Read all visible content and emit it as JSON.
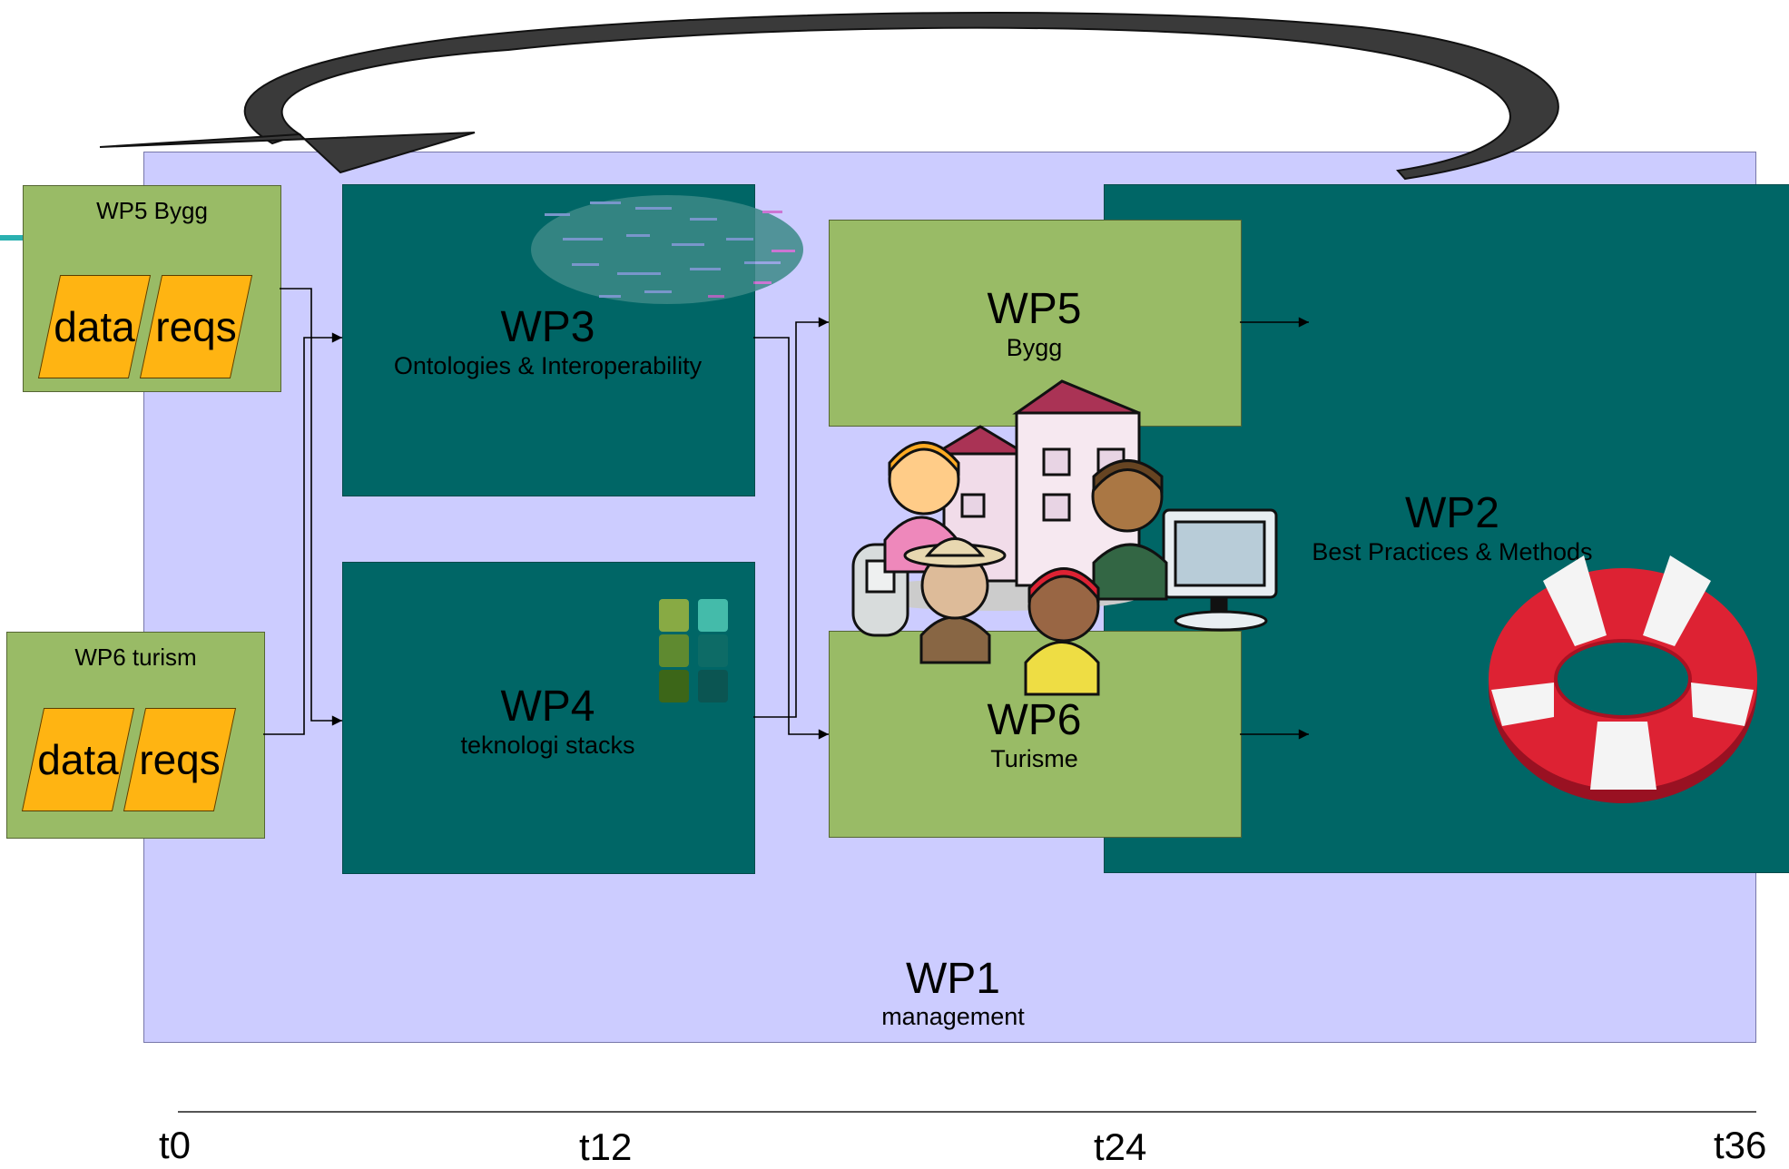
{
  "wp1": {
    "title": "WP1",
    "subtitle": "management"
  },
  "wp3": {
    "title": "WP3",
    "subtitle": "Ontologies & Interoperability"
  },
  "wp4": {
    "title": "WP4",
    "subtitle": "teknologi stacks"
  },
  "wp2": {
    "title": "WP2",
    "subtitle": "Best Practices & Methods"
  },
  "wp5": {
    "title": "WP5",
    "subtitle": "Bygg"
  },
  "wp6": {
    "title": "WP6",
    "subtitle": "Turisme"
  },
  "source_bygg": {
    "title": "WP5 Bygg",
    "data": "data",
    "reqs": "reqs"
  },
  "source_turism": {
    "title": "WP6 turism",
    "data": "data",
    "reqs": "reqs"
  },
  "timeline": {
    "ticks": [
      "t0",
      "t12",
      "t24",
      "t36"
    ]
  },
  "icons": [
    "cycle-arrow-icon",
    "ontology-graph-icon",
    "tech-stack-icon",
    "town-people-icon",
    "lifebuoy-icon"
  ],
  "colors": {
    "wp1": "#ccccff",
    "teal": "#006666",
    "green": "#99bb66",
    "orange": "#ffb412"
  }
}
